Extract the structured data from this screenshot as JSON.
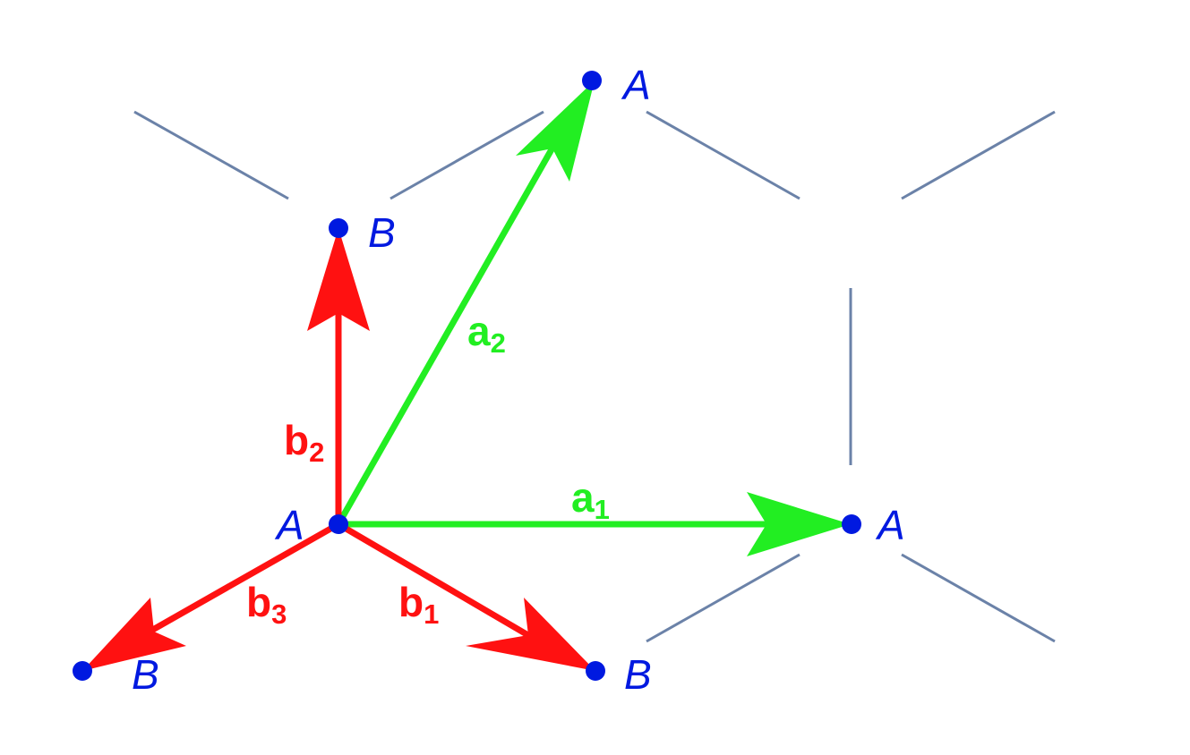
{
  "colors": {
    "lattice_line": "#6b82a8",
    "site": "#0019e0",
    "a_vector": "#22ee22",
    "b_vector": "#ff1111",
    "background": "#ffffff"
  },
  "sites": [
    {
      "id": "site-a-top",
      "label": "A"
    },
    {
      "id": "site-b-upper",
      "label": "B"
    },
    {
      "id": "site-a-origin",
      "label": "A"
    },
    {
      "id": "site-a-right",
      "label": "A"
    },
    {
      "id": "site-b-lower-left",
      "label": "B"
    },
    {
      "id": "site-b-lower-right",
      "label": "B"
    }
  ],
  "vectors": {
    "a1": {
      "base": "a",
      "sub": "1"
    },
    "a2": {
      "base": "a",
      "sub": "2"
    },
    "b1": {
      "base": "b",
      "sub": "1"
    },
    "b2": {
      "base": "b",
      "sub": "2"
    },
    "b3": {
      "base": "b",
      "sub": "3"
    }
  }
}
